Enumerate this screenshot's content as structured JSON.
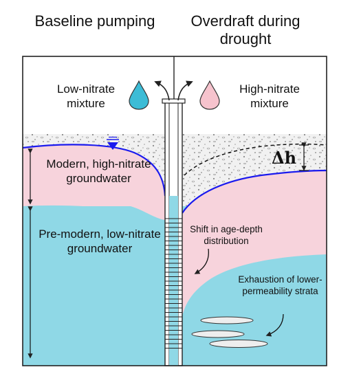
{
  "titles": {
    "left": "Baseline pumping",
    "right": "Overdraft during drought"
  },
  "mixtures": {
    "left": "Low-nitrate mixture",
    "right": "High-nitrate mixture",
    "left_color": "#3cbcd6",
    "right_color": "#f6c3cd"
  },
  "layers": {
    "modern": "Modern, high-nitrate groundwater",
    "premodern": "Pre-modern, low-nitrate groundwater"
  },
  "annotations": {
    "delta_h": "Δh",
    "shift": "Shift in age-depth distribution",
    "exhaustion": "Exhaustion of lower-permeability strata"
  },
  "colors": {
    "modern_water": "#f7d3dc",
    "premodern_water": "#8fd8e6",
    "water_table": "#1a1aee",
    "vadose": "#f1f1f1",
    "outline": "#222222"
  }
}
